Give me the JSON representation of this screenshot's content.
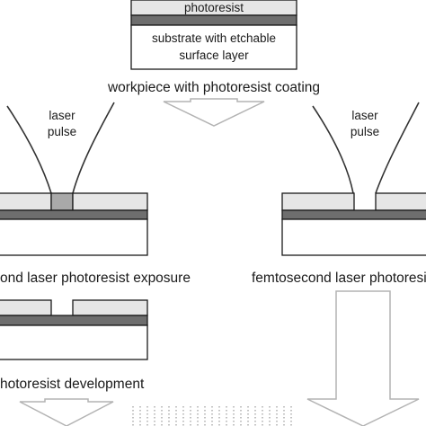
{
  "top_workpiece": {
    "photoresist_label": "photoresist",
    "substrate_line1": "substrate with etchable",
    "substrate_line2": "surface layer",
    "caption": "workpiece with photoresist coating"
  },
  "left_branch": {
    "laser_line1": "laser",
    "laser_line2": "pulse",
    "exposure_caption": "ond laser photoresist exposure",
    "development_caption": "hotoresist development"
  },
  "right_branch": {
    "laser_line1": "laser",
    "laser_line2": "pulse",
    "caption": "femtosecond laser photoresis"
  },
  "colors": {
    "photoresist": "#e6e6e6",
    "exposed_resist": "#a9a9a9",
    "etchable_layer": "#6e6e6e",
    "substrate": "#ffffff",
    "outline": "#1a1a1a",
    "arrow_outline": "#b3b3b3"
  }
}
